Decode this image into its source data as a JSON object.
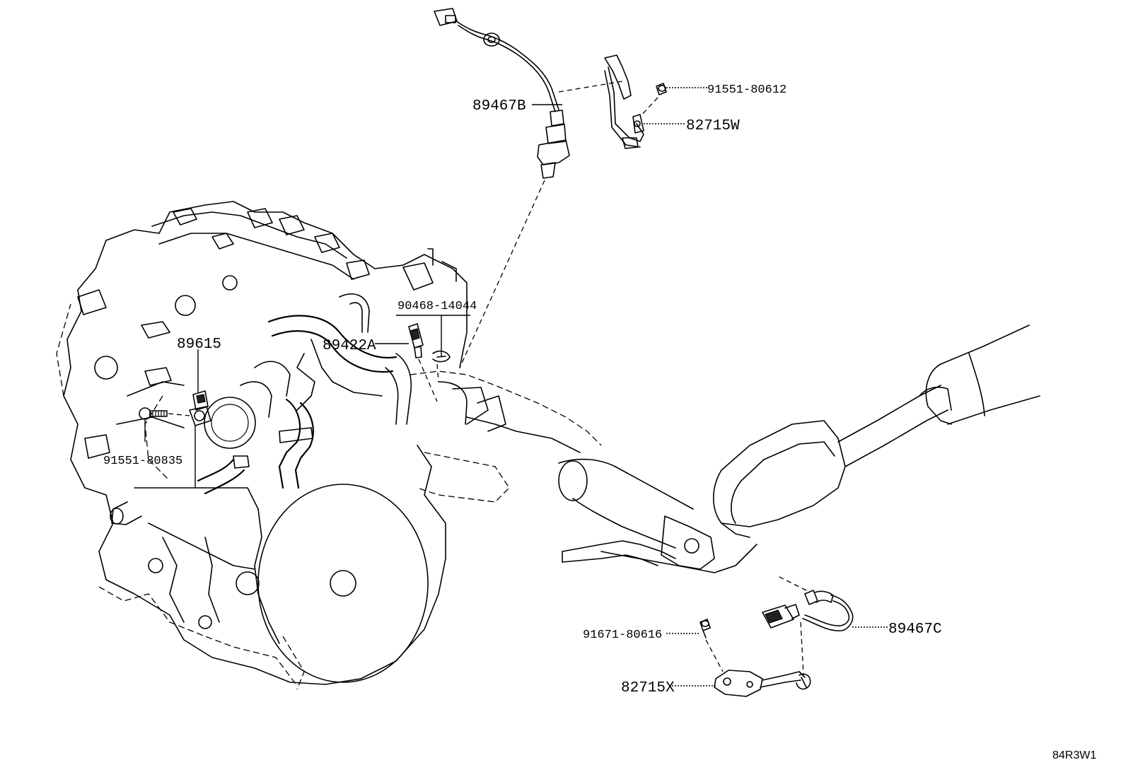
{
  "diagram_id": "84R3W1",
  "parts": [
    {
      "key": "p89467B",
      "number": "89467B"
    },
    {
      "key": "p91551_80612",
      "number": "91551-80612"
    },
    {
      "key": "p82715W",
      "number": "82715W"
    },
    {
      "key": "p90468_14044",
      "number": "90468-14044"
    },
    {
      "key": "p89615",
      "number": "89615"
    },
    {
      "key": "p89422A",
      "number": "89422A"
    },
    {
      "key": "p91551_80835",
      "number": "91551-80835"
    },
    {
      "key": "p91671_80616",
      "number": "91671-80616"
    },
    {
      "key": "p89467C",
      "number": "89467C"
    },
    {
      "key": "p82715X",
      "number": "82715X"
    }
  ]
}
